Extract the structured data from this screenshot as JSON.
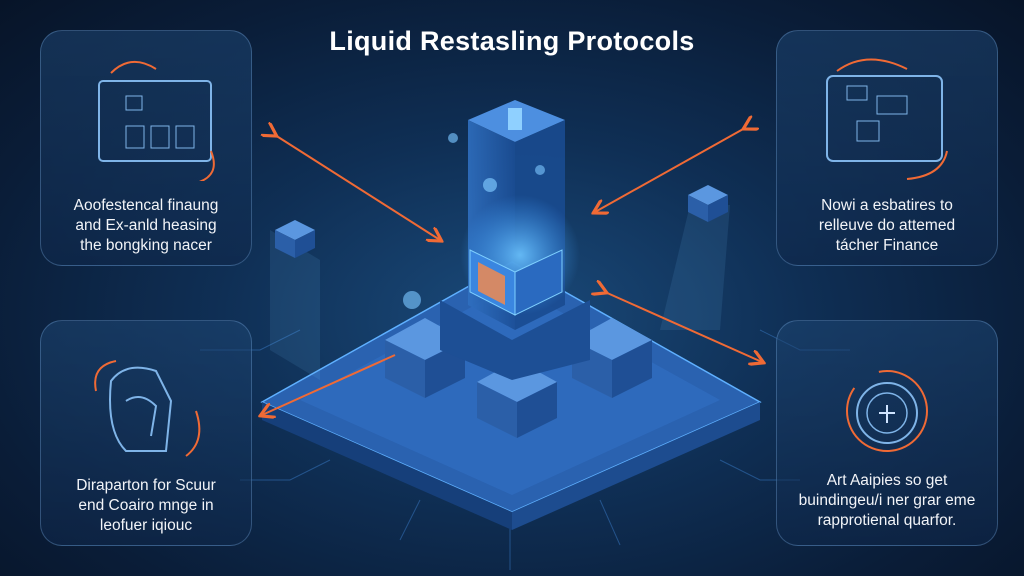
{
  "title": "Liquid Restasling Protocols",
  "panels": {
    "top_left": {
      "lines": [
        "Aoofestencal finaung",
        "and Ex-anld heasing",
        "the bongking nacer"
      ],
      "icon": "dashboard-screen-icon"
    },
    "top_right": {
      "lines": [
        "Nowi a esbatires to",
        "relleuve do attemed",
        "tácher Finance"
      ],
      "icon": "device-screen-icon"
    },
    "bottom_left": {
      "lines": [
        "Diraparton for Scuur",
        "end Coairo mnge in",
        "leofuer iqiouc"
      ],
      "icon": "hand-shield-icon"
    },
    "bottom_right": {
      "lines": [
        "Art Aaipies so get",
        "buindingeu/i ner grar eme",
        "rapprotienal quarfor."
      ],
      "icon": "seal-badge-icon"
    }
  },
  "colors": {
    "accent_orange": "#f06a35",
    "glow_blue": "#3fa0ff",
    "panel_border": "#5d8fc4"
  }
}
